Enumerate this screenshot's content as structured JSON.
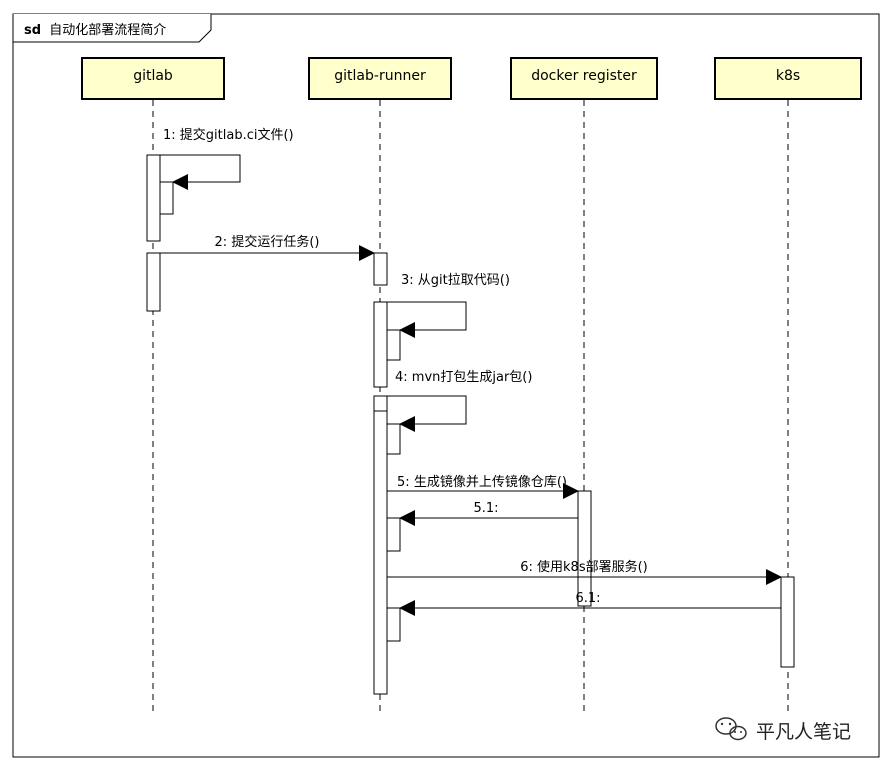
{
  "frame": {
    "keyword": "sd",
    "title": "自动化部署流程简介"
  },
  "participants": [
    {
      "id": "gitlab",
      "label": "gitlab"
    },
    {
      "id": "runner",
      "label": "gitlab-runner"
    },
    {
      "id": "docker",
      "label": "docker register"
    },
    {
      "id": "k8s",
      "label": "k8s"
    }
  ],
  "messages": [
    {
      "id": "m1",
      "label": "1: 提交gitlab.ci文件()"
    },
    {
      "id": "m2",
      "label": "2: 提交运行任务()"
    },
    {
      "id": "m3",
      "label": "3: 从git拉取代码()"
    },
    {
      "id": "m4",
      "label": "4: mvn打包生成jar包()"
    },
    {
      "id": "m5",
      "label": "5: 生成镜像并上传镜像仓库()"
    },
    {
      "id": "m51",
      "label": "5.1:"
    },
    {
      "id": "m6",
      "label": "6: 使用k8s部署服务()"
    },
    {
      "id": "m61",
      "label": "6.1:"
    }
  ],
  "watermark": {
    "text": "平凡人笔记",
    "icon": "wechat-icon"
  },
  "colors": {
    "participant_fill": "#ffffcc",
    "line": "#000000",
    "activation_fill": "#ffffff"
  }
}
